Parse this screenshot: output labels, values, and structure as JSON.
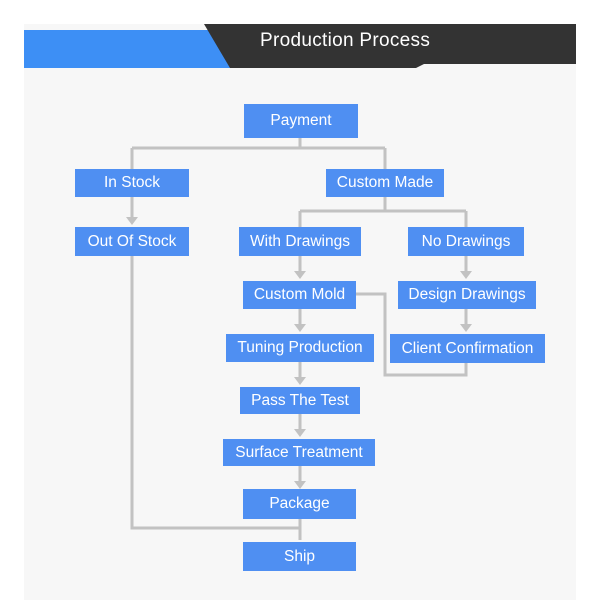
{
  "header": {
    "title": "Production Process"
  },
  "colors": {
    "node_fill": "#4f8ff2",
    "connector": "#c2c2c2",
    "banner_dark": "#333333",
    "banner_accent": "#3d8ff5"
  },
  "nodes": {
    "payment": "Payment",
    "in_stock": "In Stock",
    "custom_made": "Custom Made",
    "out_of_stock": "Out Of Stock",
    "with_drawings": "With Drawings",
    "no_drawings": "No Drawings",
    "custom_mold": "Custom Mold",
    "design_drawings": "Design Drawings",
    "tuning_production": "Tuning Production",
    "client_confirmation": "Client Confirmation",
    "pass_the_test": "Pass The Test",
    "surface_treatment": "Surface Treatment",
    "package": "Package",
    "ship": "Ship"
  }
}
